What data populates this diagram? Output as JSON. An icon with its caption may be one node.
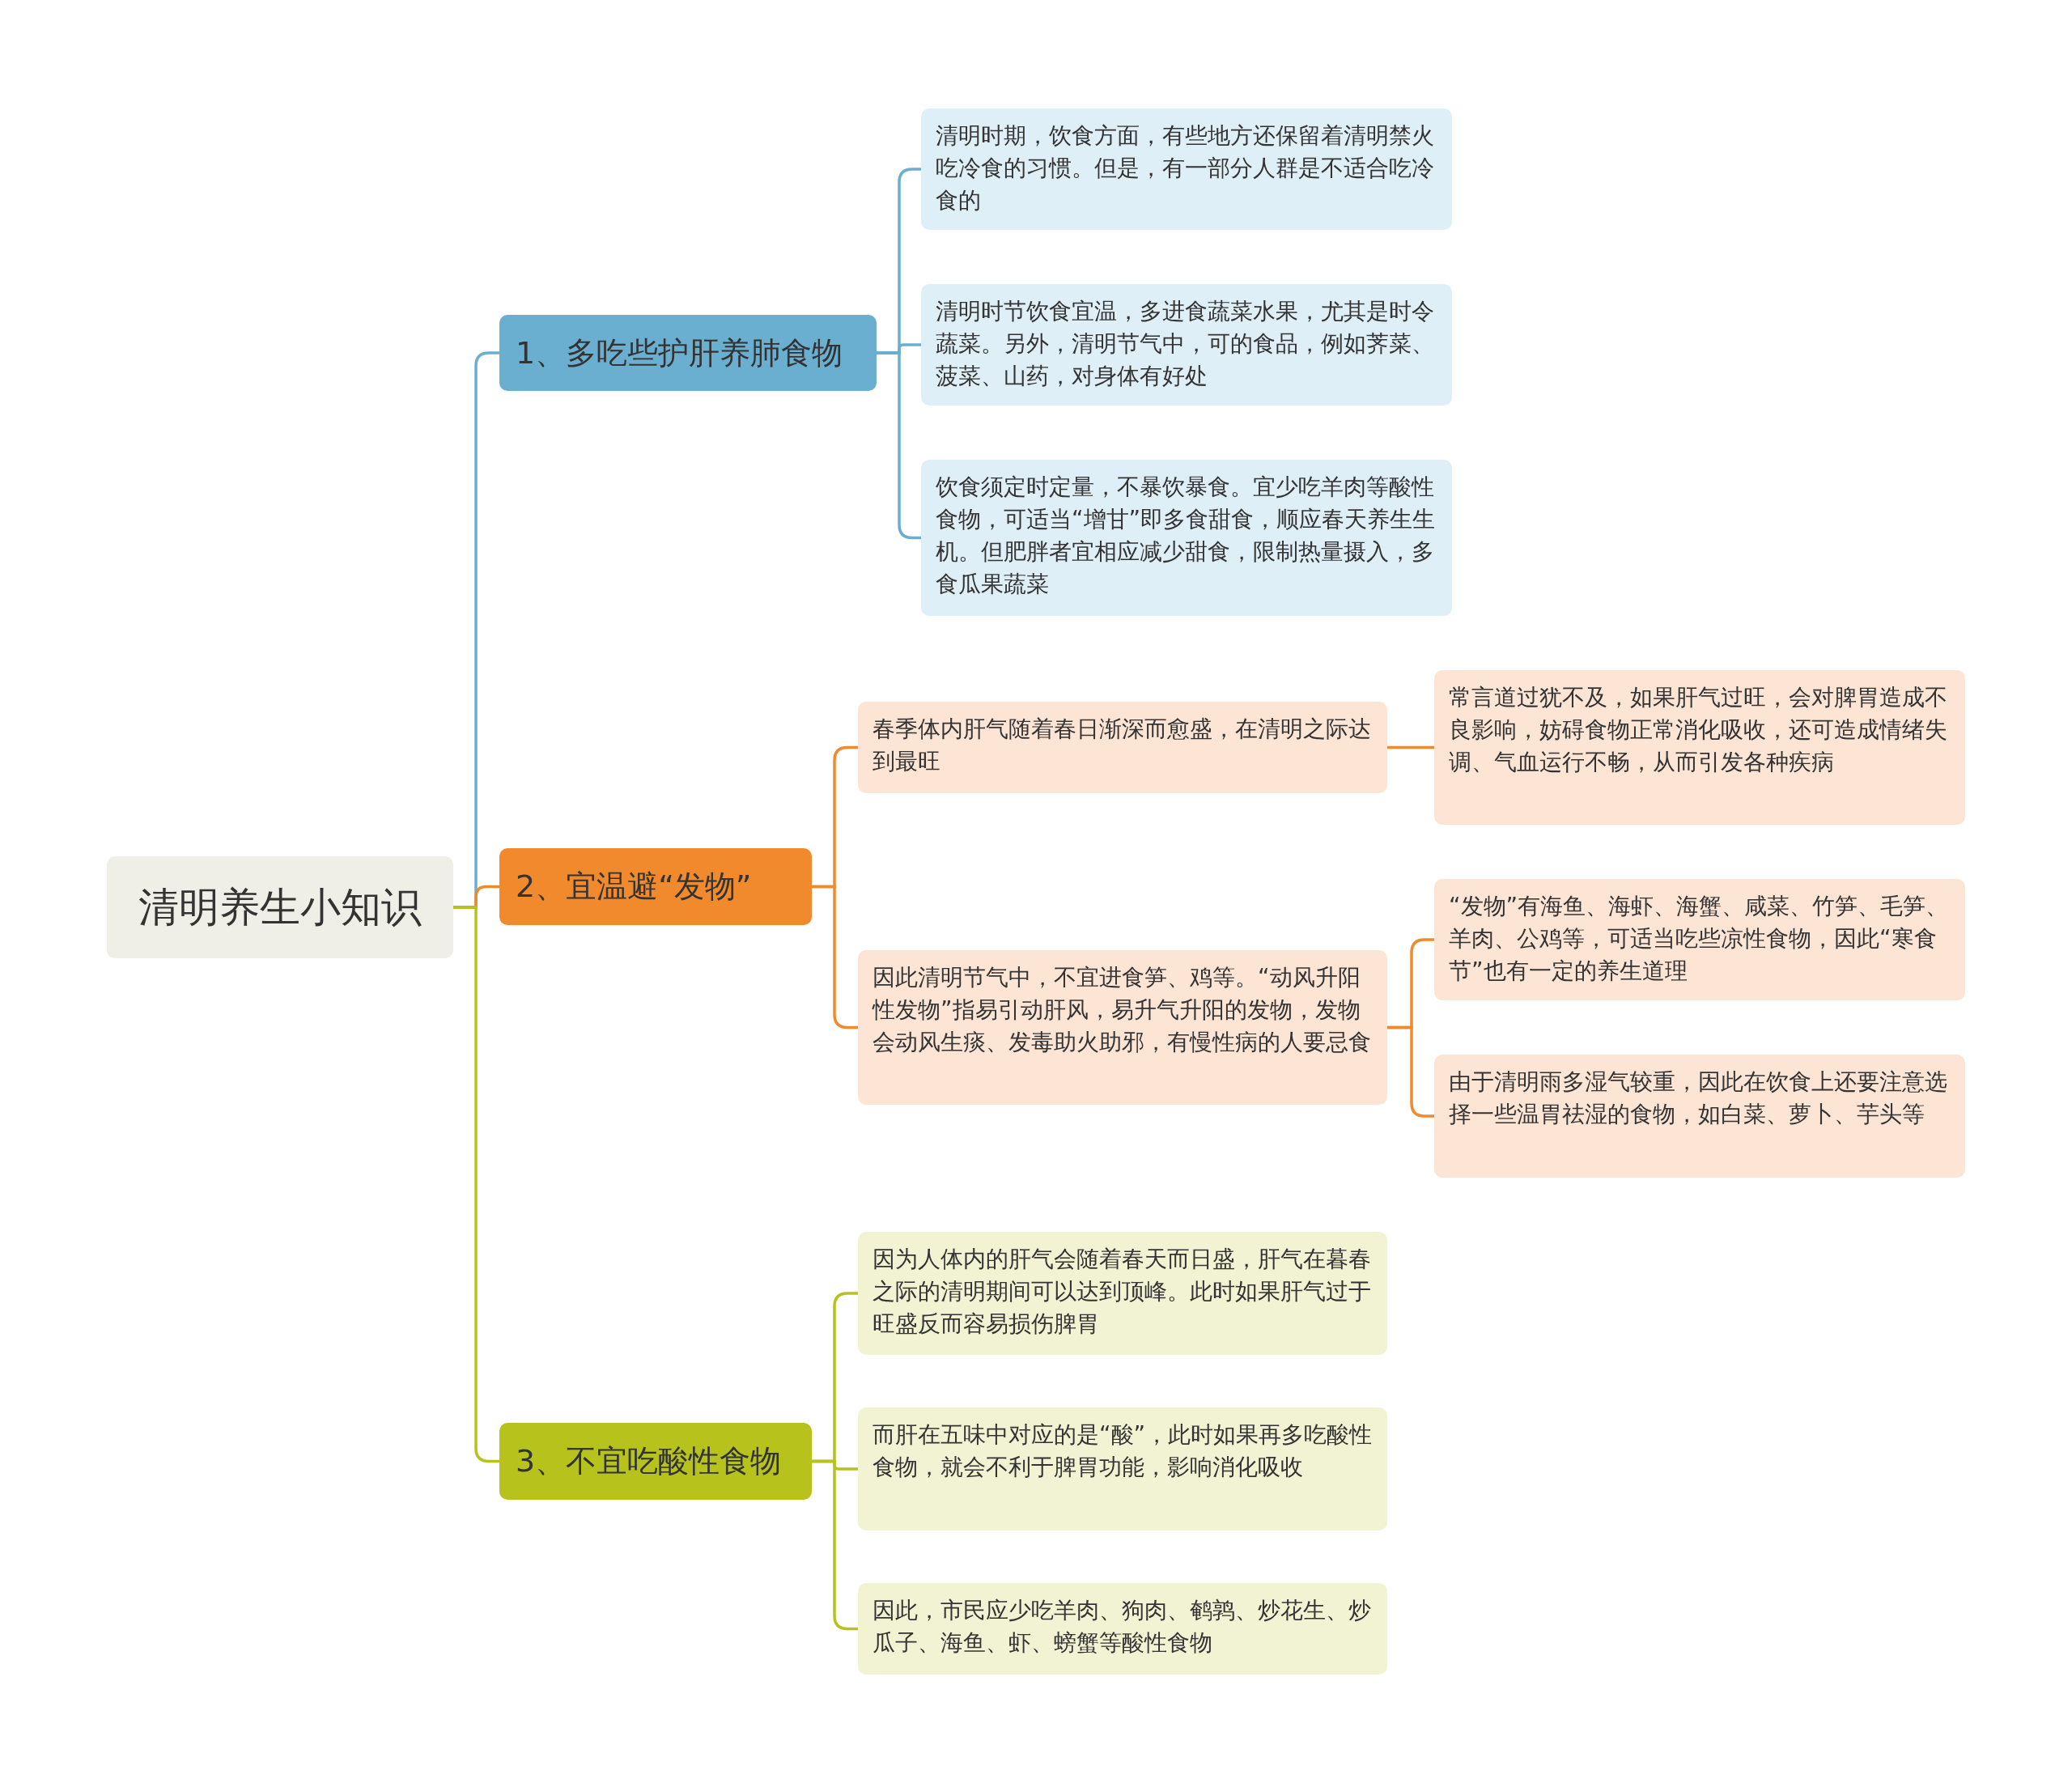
{
  "diagram": {
    "nodes": [
      {
        "text": [
          "清明养生小知识"
        ]
      },
      {
        "text": [
          "1、多吃些护肝养肺食物"
        ]
      },
      {
        "text": [
          "清明时期，饮食方面，有些地方还保留着清明禁火吃冷食的习惯。但是，有一部分人群是不适合吃冷食的"
        ]
      },
      {
        "text": [
          "清明时节饮食宜温，多进食蔬菜水果，尤其是时令蔬菜。另外，清明节气中，可的食品，例如荠菜、菠菜、山药，对身体有好处"
        ]
      },
      {
        "text": [
          "饮食须定时定量，不暴饮暴食。宜少吃羊肉等酸性食物，可适当“增甘”即多食甜食，顺应春天养生生机。但肥胖者宜相应减少甜食，限制热量摄入，多食瓜果蔬菜"
        ]
      },
      {
        "text": [
          "2、宜温避“发物”"
        ]
      },
      {
        "text": [
          "春季体内肝气随着春日渐深而愈盛，在清明之际达到最旺"
        ]
      },
      {
        "text": [
          "常言道过犹不及，如果肝气过旺，会对脾胃造成不良影响，妨碍食物正常消化吸收，还可造成情绪失调、气血运行不畅，从而引发各种疾病"
        ]
      },
      {
        "text": [
          "因此清明节气中，不宜进食笋、鸡等。“动风升阳性发物”指易引动肝风，易升气升阳的发物，发物会动风生痰、发毒助火助邪，有慢性病的人要忌食"
        ]
      },
      {
        "text": [
          "“发物”有海鱼、海虾、海蟹、咸菜、竹笋、毛笋、羊肉、公鸡等，可适当吃些凉性食物，因此“寒食节”也有一定的养生道理"
        ]
      },
      {
        "text": [
          "由于清明雨多湿气较重，因此在饮食上还要注意选择一些温胃祛湿的食物，如白菜、萝卜、芋头等"
        ]
      },
      {
        "text": [
          "3、不宜吃酸性食物"
        ]
      },
      {
        "text": [
          "因为人体内的肝气会随着春天而日盛，肝气在暮春之际的清明期间可以达到顶峰。此时如果肝气过于旺盛反而容易损伤脾胃"
        ]
      },
      {
        "text": [
          "而肝在五味中对应的是“酸”，此时如果再多吃酸性食物，就会不利于脾胃功能，影响消化吸收"
        ]
      },
      {
        "text": [
          "因此，市民应少吃羊肉、狗肉、鹌鹑、炒花生、炒瓜子、海鱼、虾、螃蟹等酸性食物"
        ]
      }
    ],
    "edges": [
      {
        "from": 0,
        "to": 1,
        "arrow": "none",
        "color": "#6aaed0"
      },
      {
        "from": 0,
        "to": 5,
        "arrow": "none",
        "color": "#f08a2c"
      },
      {
        "from": 0,
        "to": 11,
        "arrow": "none",
        "color": "#b7c21c"
      },
      {
        "from": 1,
        "to": 2,
        "arrow": "none",
        "color": "#6aaed0"
      },
      {
        "from": 1,
        "to": 3,
        "arrow": "none",
        "color": "#6aaed0"
      },
      {
        "from": 1,
        "to": 4,
        "arrow": "none",
        "color": "#6aaed0"
      },
      {
        "from": 5,
        "to": 6,
        "arrow": "none",
        "color": "#f08a2c"
      },
      {
        "from": 5,
        "to": 8,
        "arrow": "none",
        "color": "#f08a2c"
      },
      {
        "from": 6,
        "to": 7,
        "arrow": "none",
        "color": "#f08a2c"
      },
      {
        "from": 8,
        "to": 9,
        "arrow": "none",
        "color": "#f08a2c"
      },
      {
        "from": 8,
        "to": 10,
        "arrow": "none",
        "color": "#f08a2c"
      },
      {
        "from": 11,
        "to": 12,
        "arrow": "none",
        "color": "#b7c21c"
      },
      {
        "from": 11,
        "to": 13,
        "arrow": "none",
        "color": "#b7c21c"
      },
      {
        "from": 11,
        "to": 14,
        "arrow": "none",
        "color": "#b7c21c"
      }
    ]
  }
}
